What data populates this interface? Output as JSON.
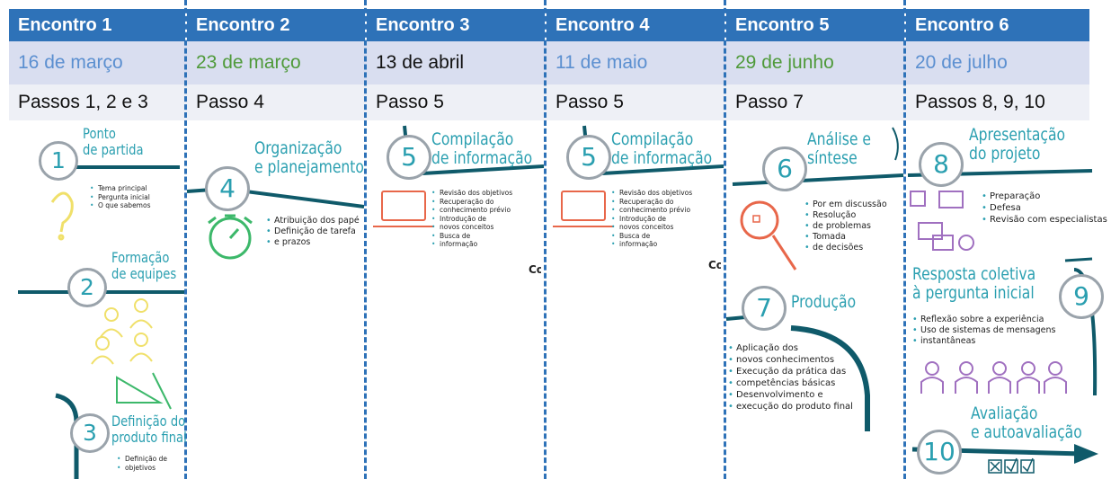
{
  "meetings": [
    {
      "title": "Encontro 1",
      "date": "16 de março",
      "date_color": "#5b8fd0",
      "steps": "Passos 1, 2 e 3"
    },
    {
      "title": "Encontro  2",
      "date": "23 de março",
      "date_color": "#4f9a3a",
      "steps": "Passo 4"
    },
    {
      "title": "Encontro 3",
      "date": "13 de abril",
      "date_color": "#111111",
      "steps": "Passo 5"
    },
    {
      "title": "Encontro 4",
      "date": "11 de maio",
      "date_color": "#5b8fd0",
      "steps": "Passo 5"
    },
    {
      "title": "Encontro 5",
      "date": "29 de junho",
      "date_color": "#4f9a3a",
      "steps": "Passo 7"
    },
    {
      "title": "Encontro 6",
      "date": "20 de julho",
      "date_color": "#5b8fd0",
      "steps": "Passos 8, 9, 10"
    }
  ],
  "steps": {
    "s1": {
      "num": "1",
      "title_l1": "Ponto",
      "title_l2": "de partida",
      "bullets": [
        "Tema principal",
        "Pergunta inicial",
        "O que sabemos"
      ]
    },
    "s2": {
      "num": "2",
      "title_l1": "Formação",
      "title_l2": "de equipes"
    },
    "s3": {
      "num": "3",
      "title_l1": "Definição do",
      "title_l2": "produto final",
      "bullets": [
        "Definição de",
        "objetivos"
      ]
    },
    "s4": {
      "num": "4",
      "title_l1": "Organização",
      "title_l2": "e planejamento",
      "bullets": [
        "Atribuição dos papé",
        "Definição de tarefa",
        "e prazos"
      ]
    },
    "s5a": {
      "num": "5",
      "title_l1": "Compilação",
      "title_l2": "de informação",
      "bullets": [
        "Revisão dos objetivos",
        "Recuperação do",
        "conhecimento prévio",
        "Introdução de",
        "novos conceitos",
        "Busca de",
        "informação"
      ],
      "clipped": "Co"
    },
    "s5b": {
      "num": "5",
      "title_l1": "Compilação",
      "title_l2": "de informação",
      "bullets": [
        "Revisão dos objetivos",
        "Recuperação do",
        "conhecimento prévio",
        "Introdução de",
        "novos conceitos",
        "Busca de",
        "informação"
      ],
      "clipped": "Co"
    },
    "s6": {
      "num": "6",
      "title_l1": "Análise e",
      "title_l2": "síntese",
      "bullets": [
        "Por em discussão",
        "Resolução",
        "de problemas",
        "Tomada",
        "de decisões"
      ]
    },
    "s7": {
      "num": "7",
      "title": "Produção",
      "bullets": [
        "Aplicação dos",
        "novos conhecimentos",
        "Execução da prática das",
        "competências básicas",
        "Desenvolvimento e",
        "execução do produto final"
      ]
    },
    "s8": {
      "num": "8",
      "title_l1": "Apresentação",
      "title_l2": "do projeto",
      "bullets": [
        "Preparação",
        "Defesa",
        "Revisão com especialistas"
      ]
    },
    "s9": {
      "num": "9",
      "title_l1": "Resposta coletiva",
      "title_l2": "à pergunta inicial",
      "bullets": [
        "Reflexão sobre a experiência",
        "Uso de sistemas de mensagens",
        "instantâneas"
      ]
    },
    "s10": {
      "num": "10",
      "title_l1": "Avaliação",
      "title_l2": "e autoavaliação"
    }
  },
  "colors": {
    "header": "#2e72b8",
    "accent": "#2a9fb0",
    "path": "#0f5a6a",
    "icon_orange": "#e8674a",
    "icon_yellow": "#f0e06a",
    "icon_green": "#3cb86a",
    "icon_purple": "#a070c0"
  }
}
